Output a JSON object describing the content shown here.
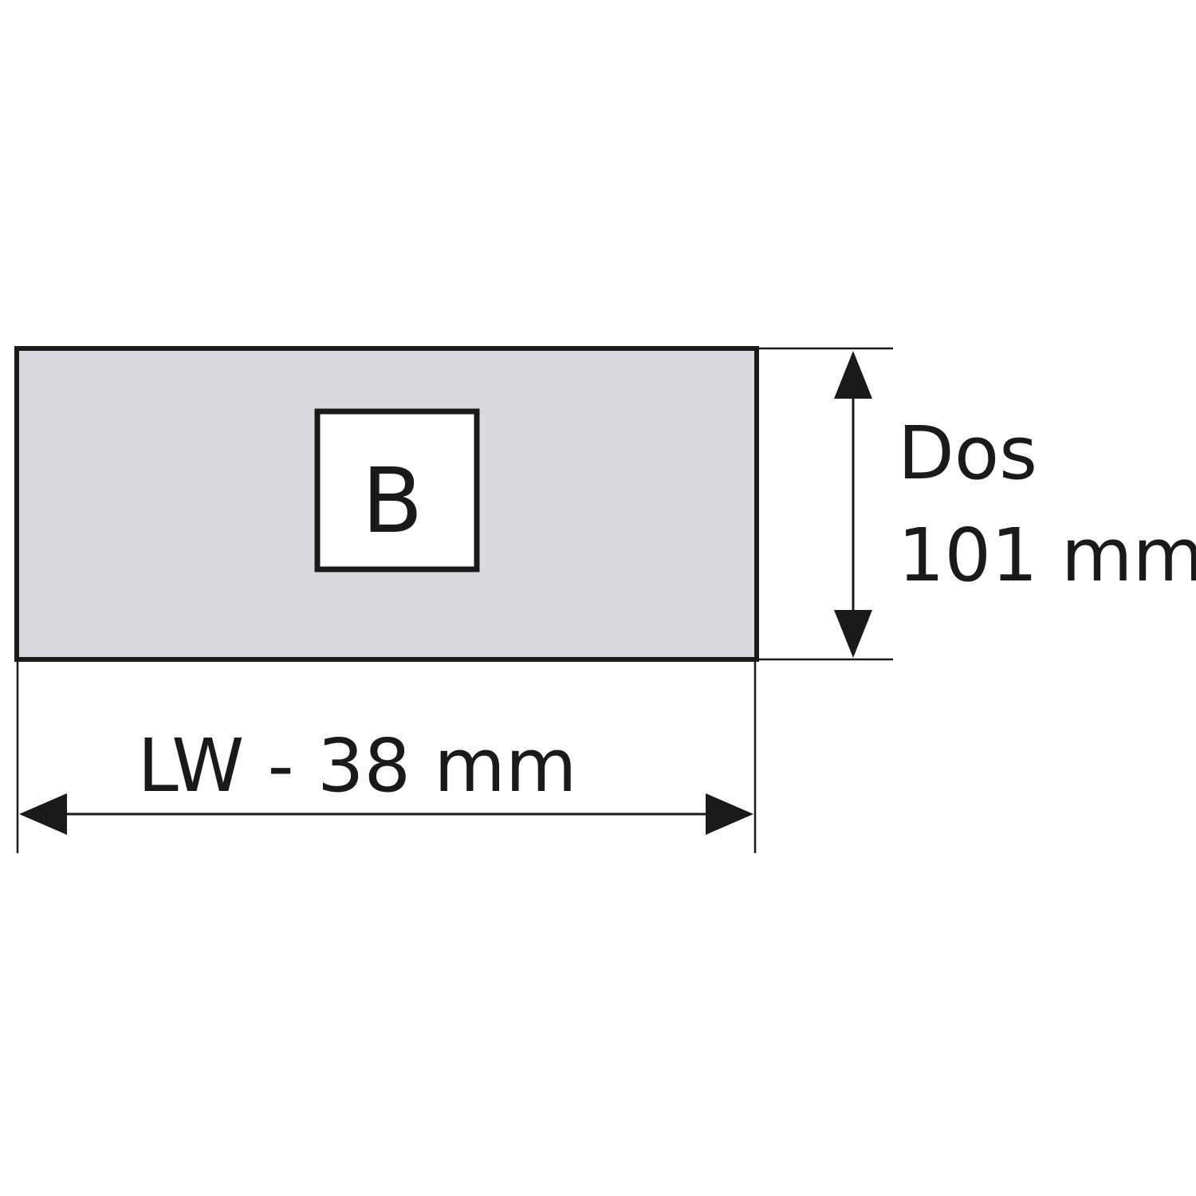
{
  "diagram": {
    "inner_label": "B",
    "height_label_line1": "Dos",
    "height_label_line2": "101 mm",
    "width_label": "LW - 38 mm",
    "colors": {
      "panel_fill": "#d9dadf",
      "stroke": "#1a1a1a",
      "inner_fill": "#ffffff"
    }
  }
}
